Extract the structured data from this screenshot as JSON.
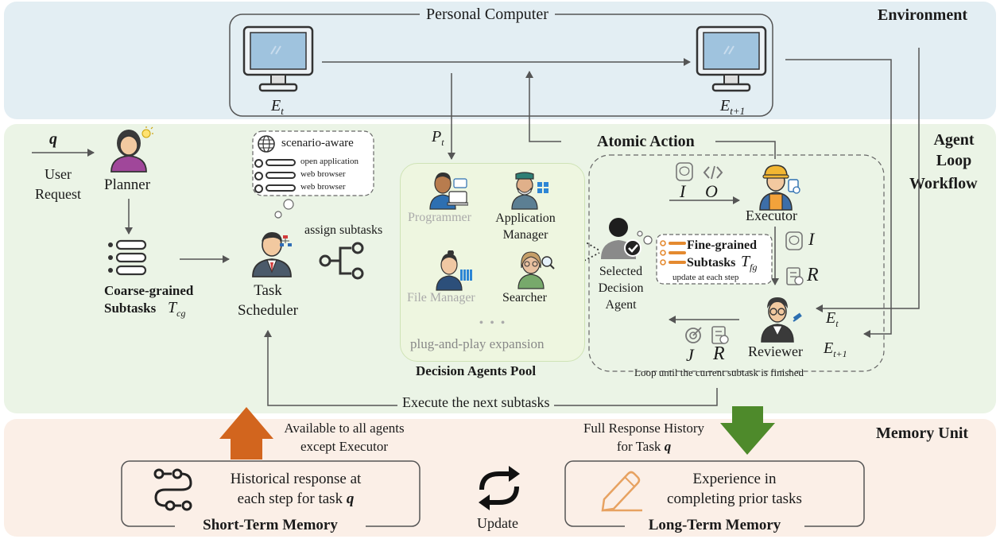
{
  "environment": {
    "label": "Environment",
    "pc_label": "Personal Computer",
    "state_t": "E",
    "state_t_sub": "t",
    "state_t1": "E",
    "state_t1_sub": "t+1"
  },
  "agent_loop": {
    "label_line1": "Agent",
    "label_line2": "Loop",
    "label_line3": "Workflow",
    "user_request_symbol": "q",
    "user_request_line1": "User",
    "user_request_line2": "Request",
    "planner": "Planner",
    "coarse_line1": "Coarse-grained",
    "coarse_line2": "Subtasks",
    "coarse_symbol": "T",
    "coarse_sub": "cg",
    "task_scheduler_line1": "Task",
    "task_scheduler_line2": "Scheduler",
    "assign_subtasks": "assign subtasks",
    "thought": {
      "title": "scenario-aware",
      "items": [
        "open application",
        "web browser",
        "web browser"
      ]
    },
    "p_t": "P",
    "p_t_sub": "t",
    "pool": {
      "title": "Decision Agents Pool",
      "agents": {
        "programmer": "Programmer",
        "app_manager_line1": "Application",
        "app_manager_line2": "Manager",
        "file_manager": "File Manager",
        "searcher": "Searcher"
      },
      "dots": "• • •",
      "expansion": "plug-and-play expansion"
    },
    "atomic_action": "Atomic Action",
    "selected_line1": "Selected",
    "selected_line2": "Decision",
    "selected_line3": "Agent",
    "fine_line1": "Fine-grained",
    "fine_line2": "Subtasks",
    "fine_symbol": "T",
    "fine_sub": "fg",
    "fine_note": "update at each step",
    "executor": "Executor",
    "reviewer": "Reviewer",
    "sym_I": "I",
    "sym_O": "O",
    "sym_R": "R",
    "sym_J": "J",
    "sym_Et": "E",
    "sym_Et_sub": "t",
    "sym_Et1": "E",
    "sym_Et1_sub": "t+1",
    "loop_note": "Loop until the current subtask is finished",
    "execute_next": "Execute the next subtasks"
  },
  "memory": {
    "label": "Memory Unit",
    "available_line1": "Available to all agents",
    "available_line2": "except Executor",
    "full_history_line1": "Full Response History",
    "full_history_line2": "for Task",
    "full_history_symbol": "q",
    "short_text_line1": "Historical response at",
    "short_text_line2": "each step for task",
    "short_text_symbol": "q",
    "short_title": "Short-Term Memory",
    "update": "Update",
    "long_text_line1": "Experience in",
    "long_text_line2": "completing prior tasks",
    "long_title": "Long-Term Memory"
  },
  "colors": {
    "environment_bg": "#e3eef3",
    "agent_bg": "#ebf4e6",
    "memory_bg": "#fbefe7",
    "pool_bg": "#eef6e0",
    "up_arrow": "#d2651e",
    "down_arrow": "#4e8a2b"
  }
}
